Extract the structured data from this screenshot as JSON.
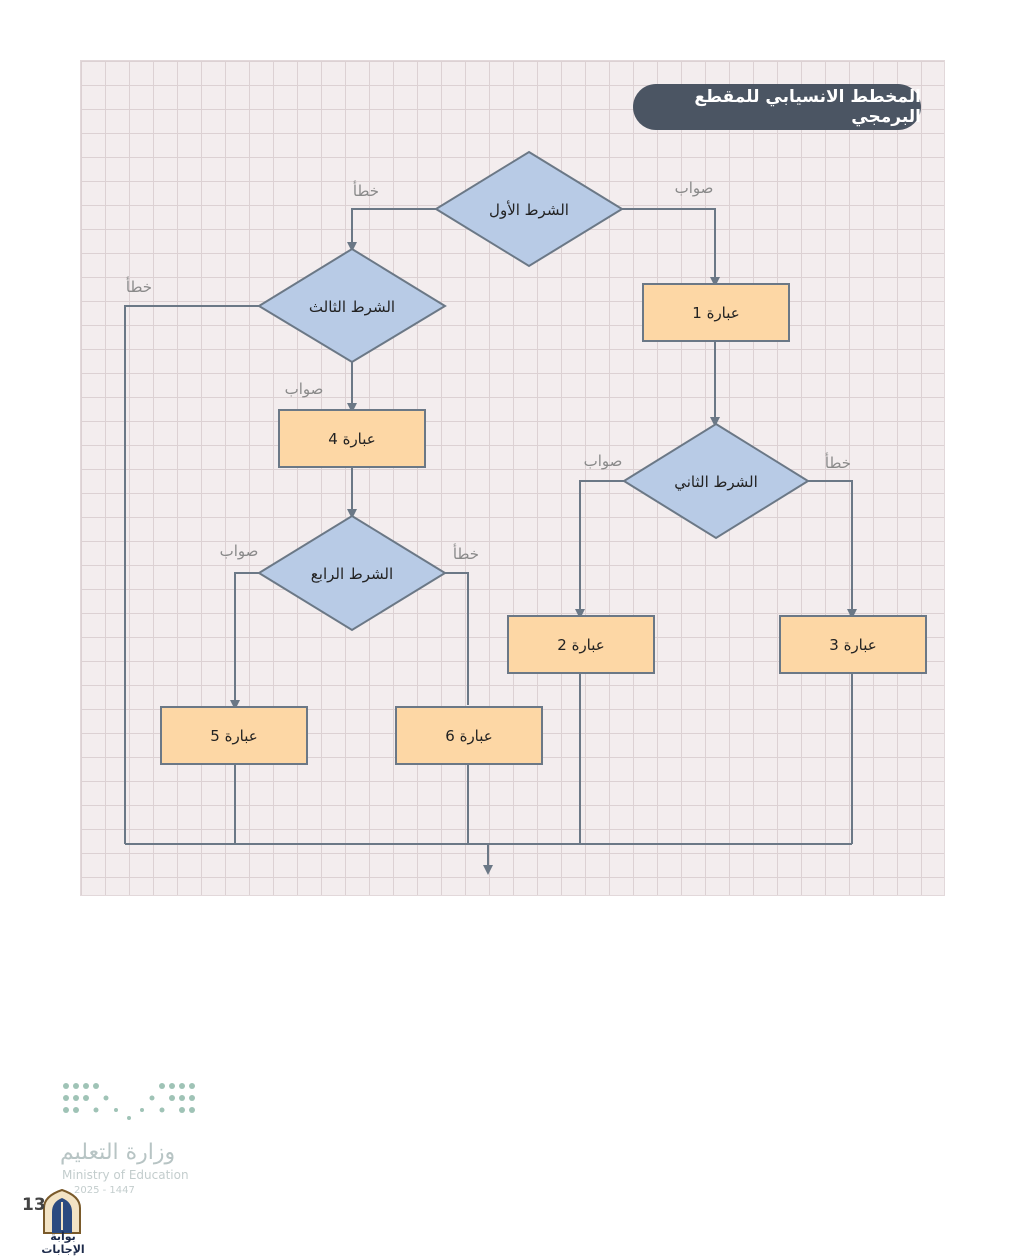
{
  "title": "المخطط الانسيابي للمقطع البرمجي",
  "shapes": {
    "cond1": "الشرط الأول",
    "cond2": "الشرط الثاني",
    "cond3": "الشرط الثالث",
    "cond4": "الشرط الرابع",
    "stmt1": "عبارة 1",
    "stmt2": "عبارة 2",
    "stmt3": "عبارة 3",
    "stmt4": "عبارة 4",
    "stmt5": "عبارة 5",
    "stmt6": "عبارة 6"
  },
  "labels": {
    "true": "صواب",
    "false": "خطأ"
  },
  "colors": {
    "diamond_fill": "#b8cbe6",
    "rect_fill": "#fdd7a5",
    "line": "#6b7886",
    "title_bg": "#4b5563"
  },
  "footer": {
    "ministry_ar": "وزارة التعليم",
    "ministry_en": "Ministry of Education",
    "year": "2025 - 1447",
    "page_number": "13",
    "watermark": "بوابة الإجابات"
  }
}
